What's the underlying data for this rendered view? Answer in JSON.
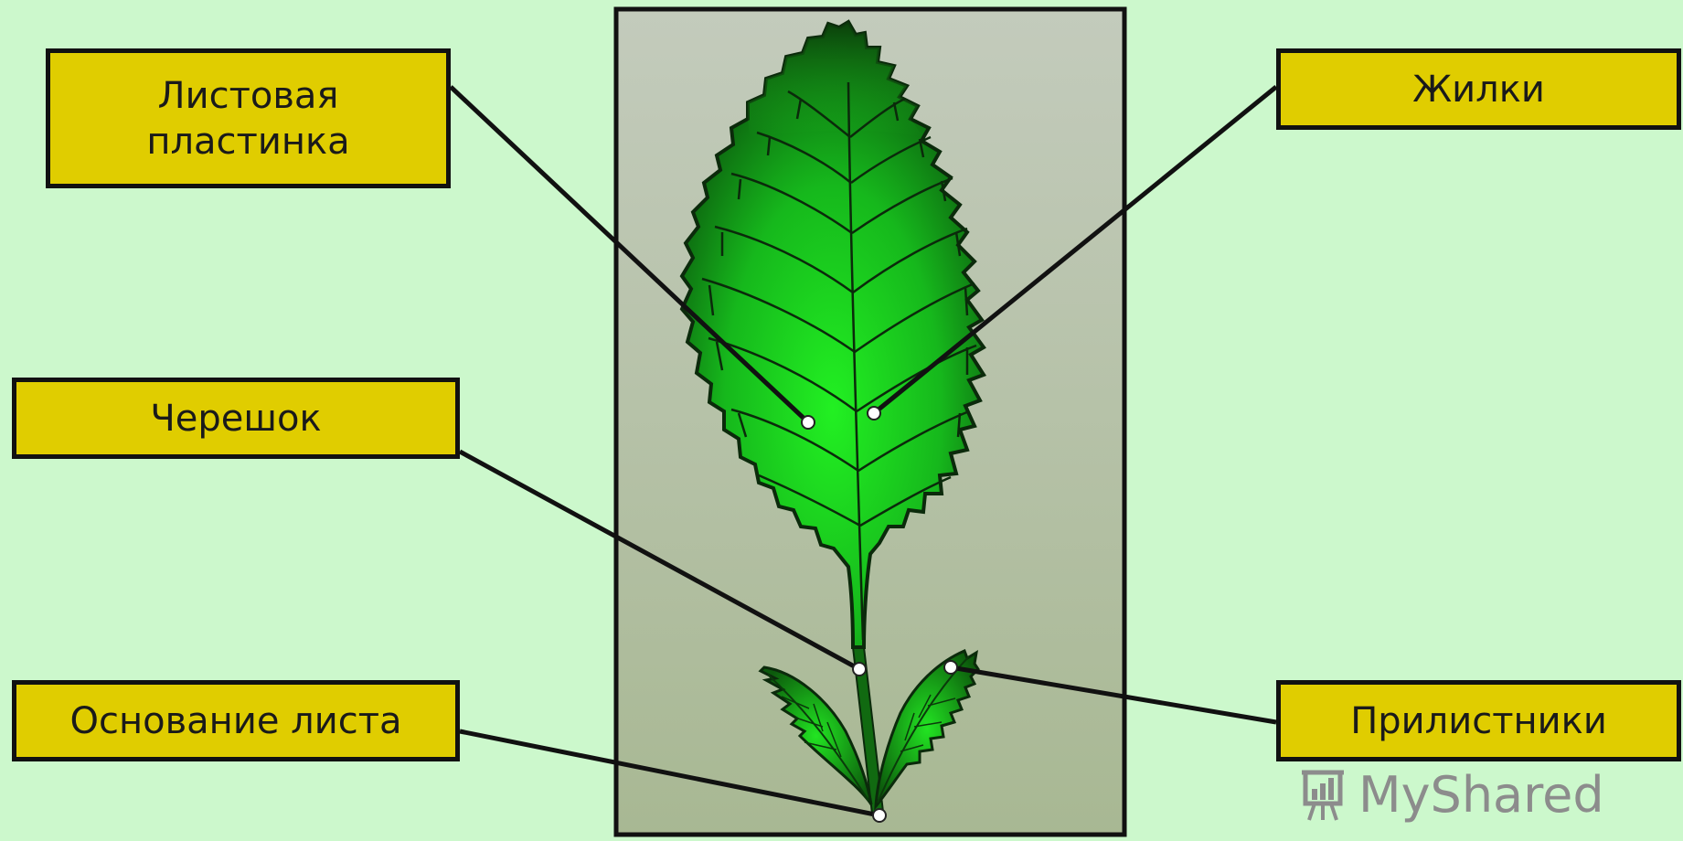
{
  "labels": {
    "leaf_blade": "Листовая\nпластинка",
    "veins": "Жилки",
    "petiole": "Черешок",
    "leaf_base": "Основание листа",
    "stipules": "Прилистники"
  },
  "watermark": {
    "text": "MyShared",
    "icon": "presentation-chart-icon"
  },
  "colors": {
    "background": "#ccf8cc",
    "label_fill": "#e0cd00",
    "panel_fill": "#a9b894",
    "leaf_light": "#22ee22",
    "leaf_dark": "#0b4a0b",
    "outline": "#111111"
  }
}
